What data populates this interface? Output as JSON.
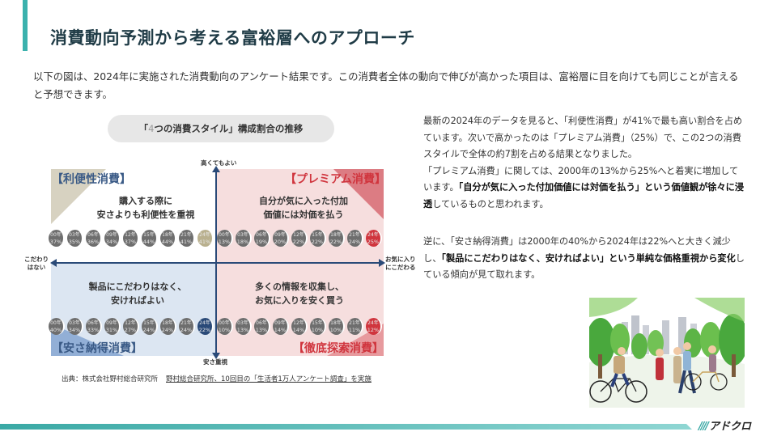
{
  "header": {
    "title": "消費動向予測から考える富裕層へのアプローチ",
    "accent_color": "#3bb1ad"
  },
  "intro": {
    "text": "以下の図は、2024年に実施された消費動向のアンケート結果です。この消費者全体の動向で伸びが高かった項目は、富裕層に目を向けても同じことが言えると予想できます。"
  },
  "figure": {
    "title_prefix": "「",
    "title_number": "4",
    "title_rest": "つの消費スタイル」構成割合の推移",
    "axes": {
      "top": "高くてもよい",
      "bottom": "安さ重視",
      "left_line1": "こだわり",
      "left_line2": "はない",
      "right_line1": "お気に入り",
      "right_line2": "にこだわる"
    },
    "quadrants": {
      "top_left": {
        "label": "【利便性消費】",
        "desc_line1": "購入する際に",
        "desc_line2": "安さよりも利便性を重視",
        "color": "#d7d2c1",
        "highlight": "#b9b08e"
      },
      "top_right": {
        "label": "【プレミアム消費】",
        "desc_line1": "自分が気に入った付加",
        "desc_line2": "価値には対価を払う",
        "color": "#d76b73",
        "highlight": "#d0353e"
      },
      "bottom_left": {
        "label": "【安さ納得消費】",
        "desc_line1": "製品にこだわりはなく、",
        "desc_line2": "安ければよい",
        "color": "#92afd6",
        "highlight": "#2a4a78"
      },
      "bottom_right": {
        "label": "【徹底探索消費】",
        "desc_line1": "多くの情報を収集し、",
        "desc_line2": "お気に入りを安く買う",
        "color": "#e79a9e",
        "highlight": "#d0353e"
      }
    },
    "source_label": "出典：株式会社野村総合研究所",
    "source_link": "野村総合研究所、10回目の「生活者1万人アンケート調査」を実施"
  },
  "chart_data": {
    "type": "table",
    "title": "「4つの消費スタイル」構成割合の推移",
    "categories": [
      "00年",
      "03年",
      "06年",
      "09年",
      "12年",
      "15年",
      "18年",
      "21年",
      "24年"
    ],
    "series": [
      {
        "name": "利便性消費",
        "values": [
          37,
          35,
          36,
          34,
          37,
          44,
          44,
          41,
          41
        ]
      },
      {
        "name": "プレミアム消費",
        "values": [
          13,
          18,
          19,
          20,
          22,
          22,
          22,
          24,
          25
        ]
      },
      {
        "name": "安さ納得消費",
        "values": [
          40,
          34,
          33,
          31,
          27,
          24,
          24,
          24,
          22
        ]
      },
      {
        "name": "徹底探索消費",
        "values": [
          10,
          13,
          13,
          14,
          14,
          10,
          10,
          11,
          12
        ]
      }
    ],
    "xlabel": "こだわりはない ⇔ お気に入りにこだわる",
    "ylabel": "安さ重視 ⇔ 高くてもよい",
    "unit": "%"
  },
  "body": {
    "para1_a": "最新の2024年のデータを見ると、「利便性消費」が41%で最も高い割合を占めています。次いで高かったのは「プレミアム消費」（25%）で、この2つの消費スタイルで全体の約7割を占める結果となりました。",
    "para1_b": "「プレミアム消費」に関しては、2000年の13%から25%へと着実に増加しています。",
    "para1_bold": "「自分が気に入った付加価値には対価を払う」という価値観が徐々に浸透",
    "para1_c": "しているものと思われます。",
    "para2_a": "逆に、「安さ納得消費」は2000年の40%から2024年は22%へと大きく減少し、",
    "para2_bold": "「製品にこだわりはなく、安ければよい」という単純な価格重視から変化",
    "para2_c": "している傾向が見て取れます。"
  },
  "footer": {
    "logo_slashes": "////",
    "logo_text": "アドクロ"
  }
}
